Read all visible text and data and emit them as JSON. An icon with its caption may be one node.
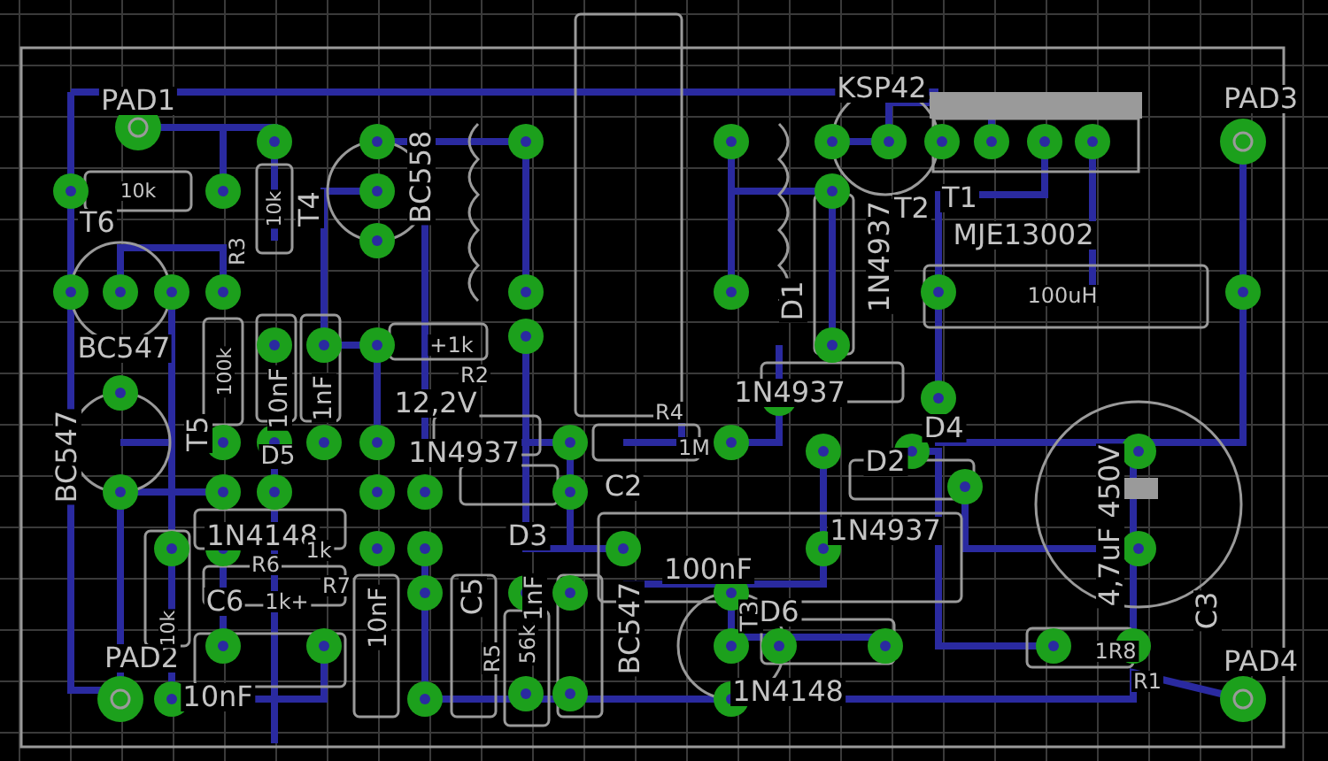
{
  "diagram": {
    "labels": [
      "PAD1",
      "KSP42",
      "PAD3",
      "10k",
      "10k",
      "T4",
      "BC558",
      "T2",
      "T1",
      "T6",
      "R3",
      "1N4937",
      "MJE13002",
      "D1",
      "100uH",
      "BC547",
      "100k",
      "+1k",
      "R2",
      "10nF",
      "1nF",
      "12,2V",
      "R4",
      "1N4937",
      "BC547",
      "T5",
      "D5",
      "1N4937",
      "1M",
      "D2",
      "D4",
      "C2",
      "1N4148",
      "D3",
      "1N4937",
      "4,7uF 450V",
      "R6",
      "1k",
      "100nF",
      "C6",
      "1k+",
      "R7",
      "10nF",
      "C5",
      "1nF",
      "T3",
      "D6",
      "C3",
      "PAD2",
      "10k",
      "R5",
      "56k",
      "BC547",
      "1R8",
      "PAD4",
      "10nF",
      "1N4148",
      "R1"
    ]
  }
}
